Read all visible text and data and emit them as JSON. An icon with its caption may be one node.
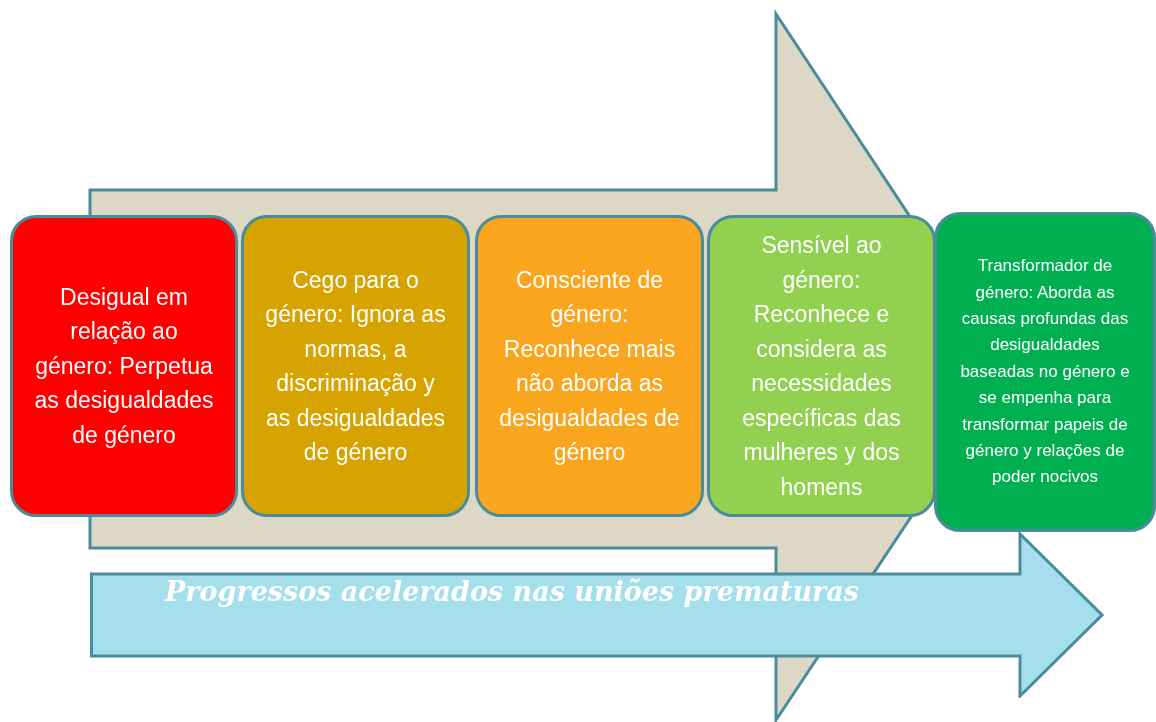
{
  "diagram": {
    "nodes": [
      {
        "text": [
          "Desigual em relação ao género: Perpetua as desigualdades de género"
        ]
      },
      {
        "text": [
          "Cego para o género: Ignora as normas, a discriminação y as desigualdades de género"
        ]
      },
      {
        "text": [
          "Consciente de género: Reconhece mais não aborda as desigualdades de género"
        ]
      },
      {
        "text": [
          "Sensível ao género: Reconhece e considera as necessidades específicas das mulheres y dos homens"
        ]
      },
      {
        "text": [
          "Transformador de género: Aborda as causas profundas das desigualdades baseadas no género e se empenha para transformar papeis de género y relações de poder nocivos"
        ]
      },
      {
        "text": [
          "Progressos acelerados nas uniões prematuras"
        ]
      }
    ],
    "edges": [
      {
        "from": 0,
        "to": 4,
        "arrow": "to",
        "style": "thick"
      }
    ]
  }
}
